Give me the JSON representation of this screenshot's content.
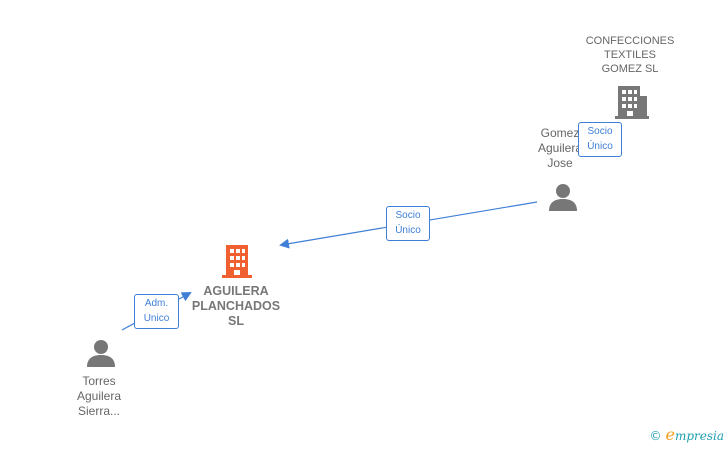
{
  "nodes": {
    "main_company": {
      "label": "AGUILERA\nPLANCHADOS\nSL",
      "color": "#f06030",
      "icon": "building-icon"
    },
    "parent_company": {
      "label": "CONFECCIONES\nTEXTILES\nGOMEZ  SL",
      "color": "#777777",
      "icon": "building-icon"
    },
    "person_gomez": {
      "label": "Gomez\nAguilera\nJose",
      "color": "#777777",
      "icon": "person-icon"
    },
    "person_torres": {
      "label": "Torres\nAguilera\nSierra...",
      "color": "#777777",
      "icon": "person-icon"
    }
  },
  "edges": [
    {
      "from": "person_gomez",
      "to": "parent_company",
      "line1": "Socio",
      "line2": "Único"
    },
    {
      "from": "person_gomez",
      "to": "main_company",
      "line1": "Socio",
      "line2": "Único"
    },
    {
      "from": "person_torres",
      "to": "main_company",
      "line1": "Adm.",
      "line2": "Unico"
    }
  ],
  "colors": {
    "edge": "#3f7fd6",
    "accent_main": "#f06030",
    "node_grey": "#777777"
  },
  "brand": {
    "copyright": "©",
    "first_letter": "e",
    "rest": "mpresia"
  }
}
